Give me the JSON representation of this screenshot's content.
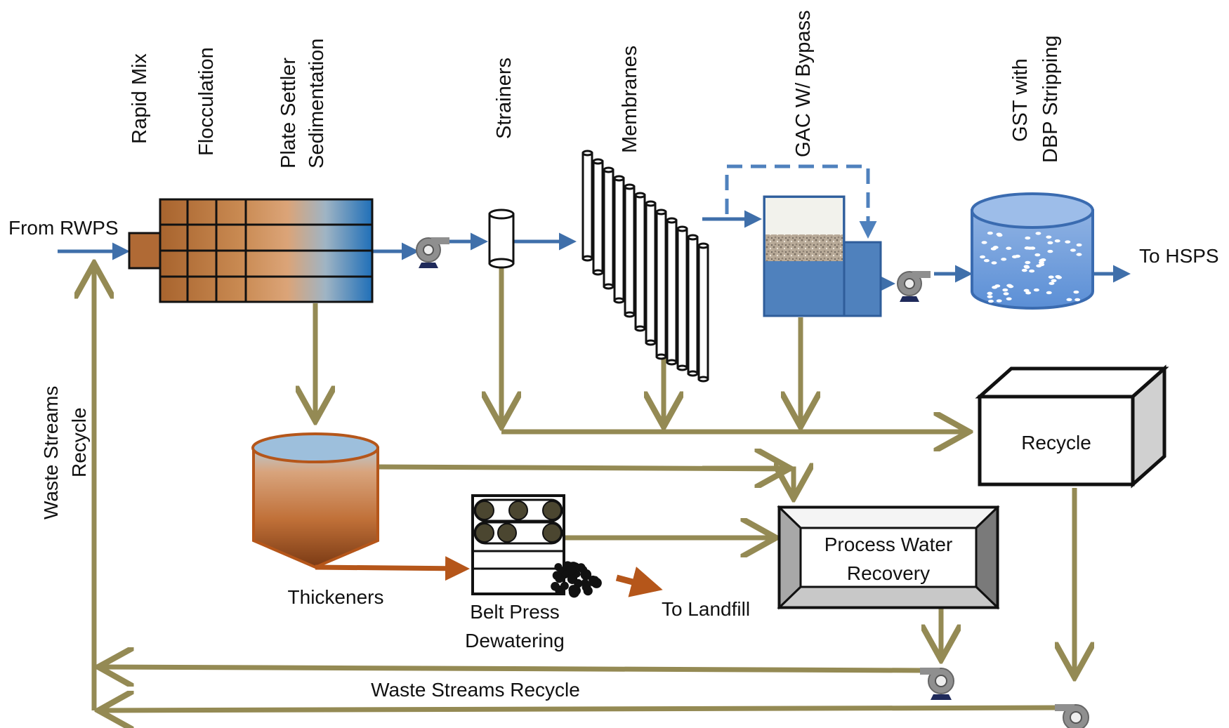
{
  "labels": {
    "rapid_mix": "Rapid Mix",
    "flocculation": "Flocculation",
    "plate_settler_line1": "Plate Settler",
    "plate_settler_line2": "Sedimentation",
    "strainers": "Strainers",
    "membranes": "Membranes",
    "gac": "GAC W/ Bypass",
    "gst_line1": "GST  with",
    "gst_line2": "DBP Stripping",
    "from_rwps": "From RWPS",
    "to_hsps": "To HSPS",
    "recycle": "Recycle",
    "process_water_line1": "Process Water",
    "process_water_line2": "Recovery",
    "thickeners": "Thickeners",
    "belt_press_line1": "Belt Press",
    "belt_press_line2": "Dewatering",
    "to_landfill": "To Landfill",
    "waste_left_line1": "Waste  Streams",
    "waste_left_line2": "Recycle",
    "waste_bottom": "Waste Streams Recycle"
  },
  "colors": {
    "olive": "#948a54",
    "water_blue": "#3f6faa",
    "sludge_brown": "#b5561a",
    "basin_brown": "#b06a35",
    "gac_blue": "#4f81bd",
    "tank_blue": "#4a83c8",
    "pump_gray": "#8f8f8f",
    "pump_base": "#1f2a5a"
  },
  "icons": [
    "pump-icon",
    "membrane-tubes",
    "strainer-cylinder",
    "sludge-cake"
  ]
}
